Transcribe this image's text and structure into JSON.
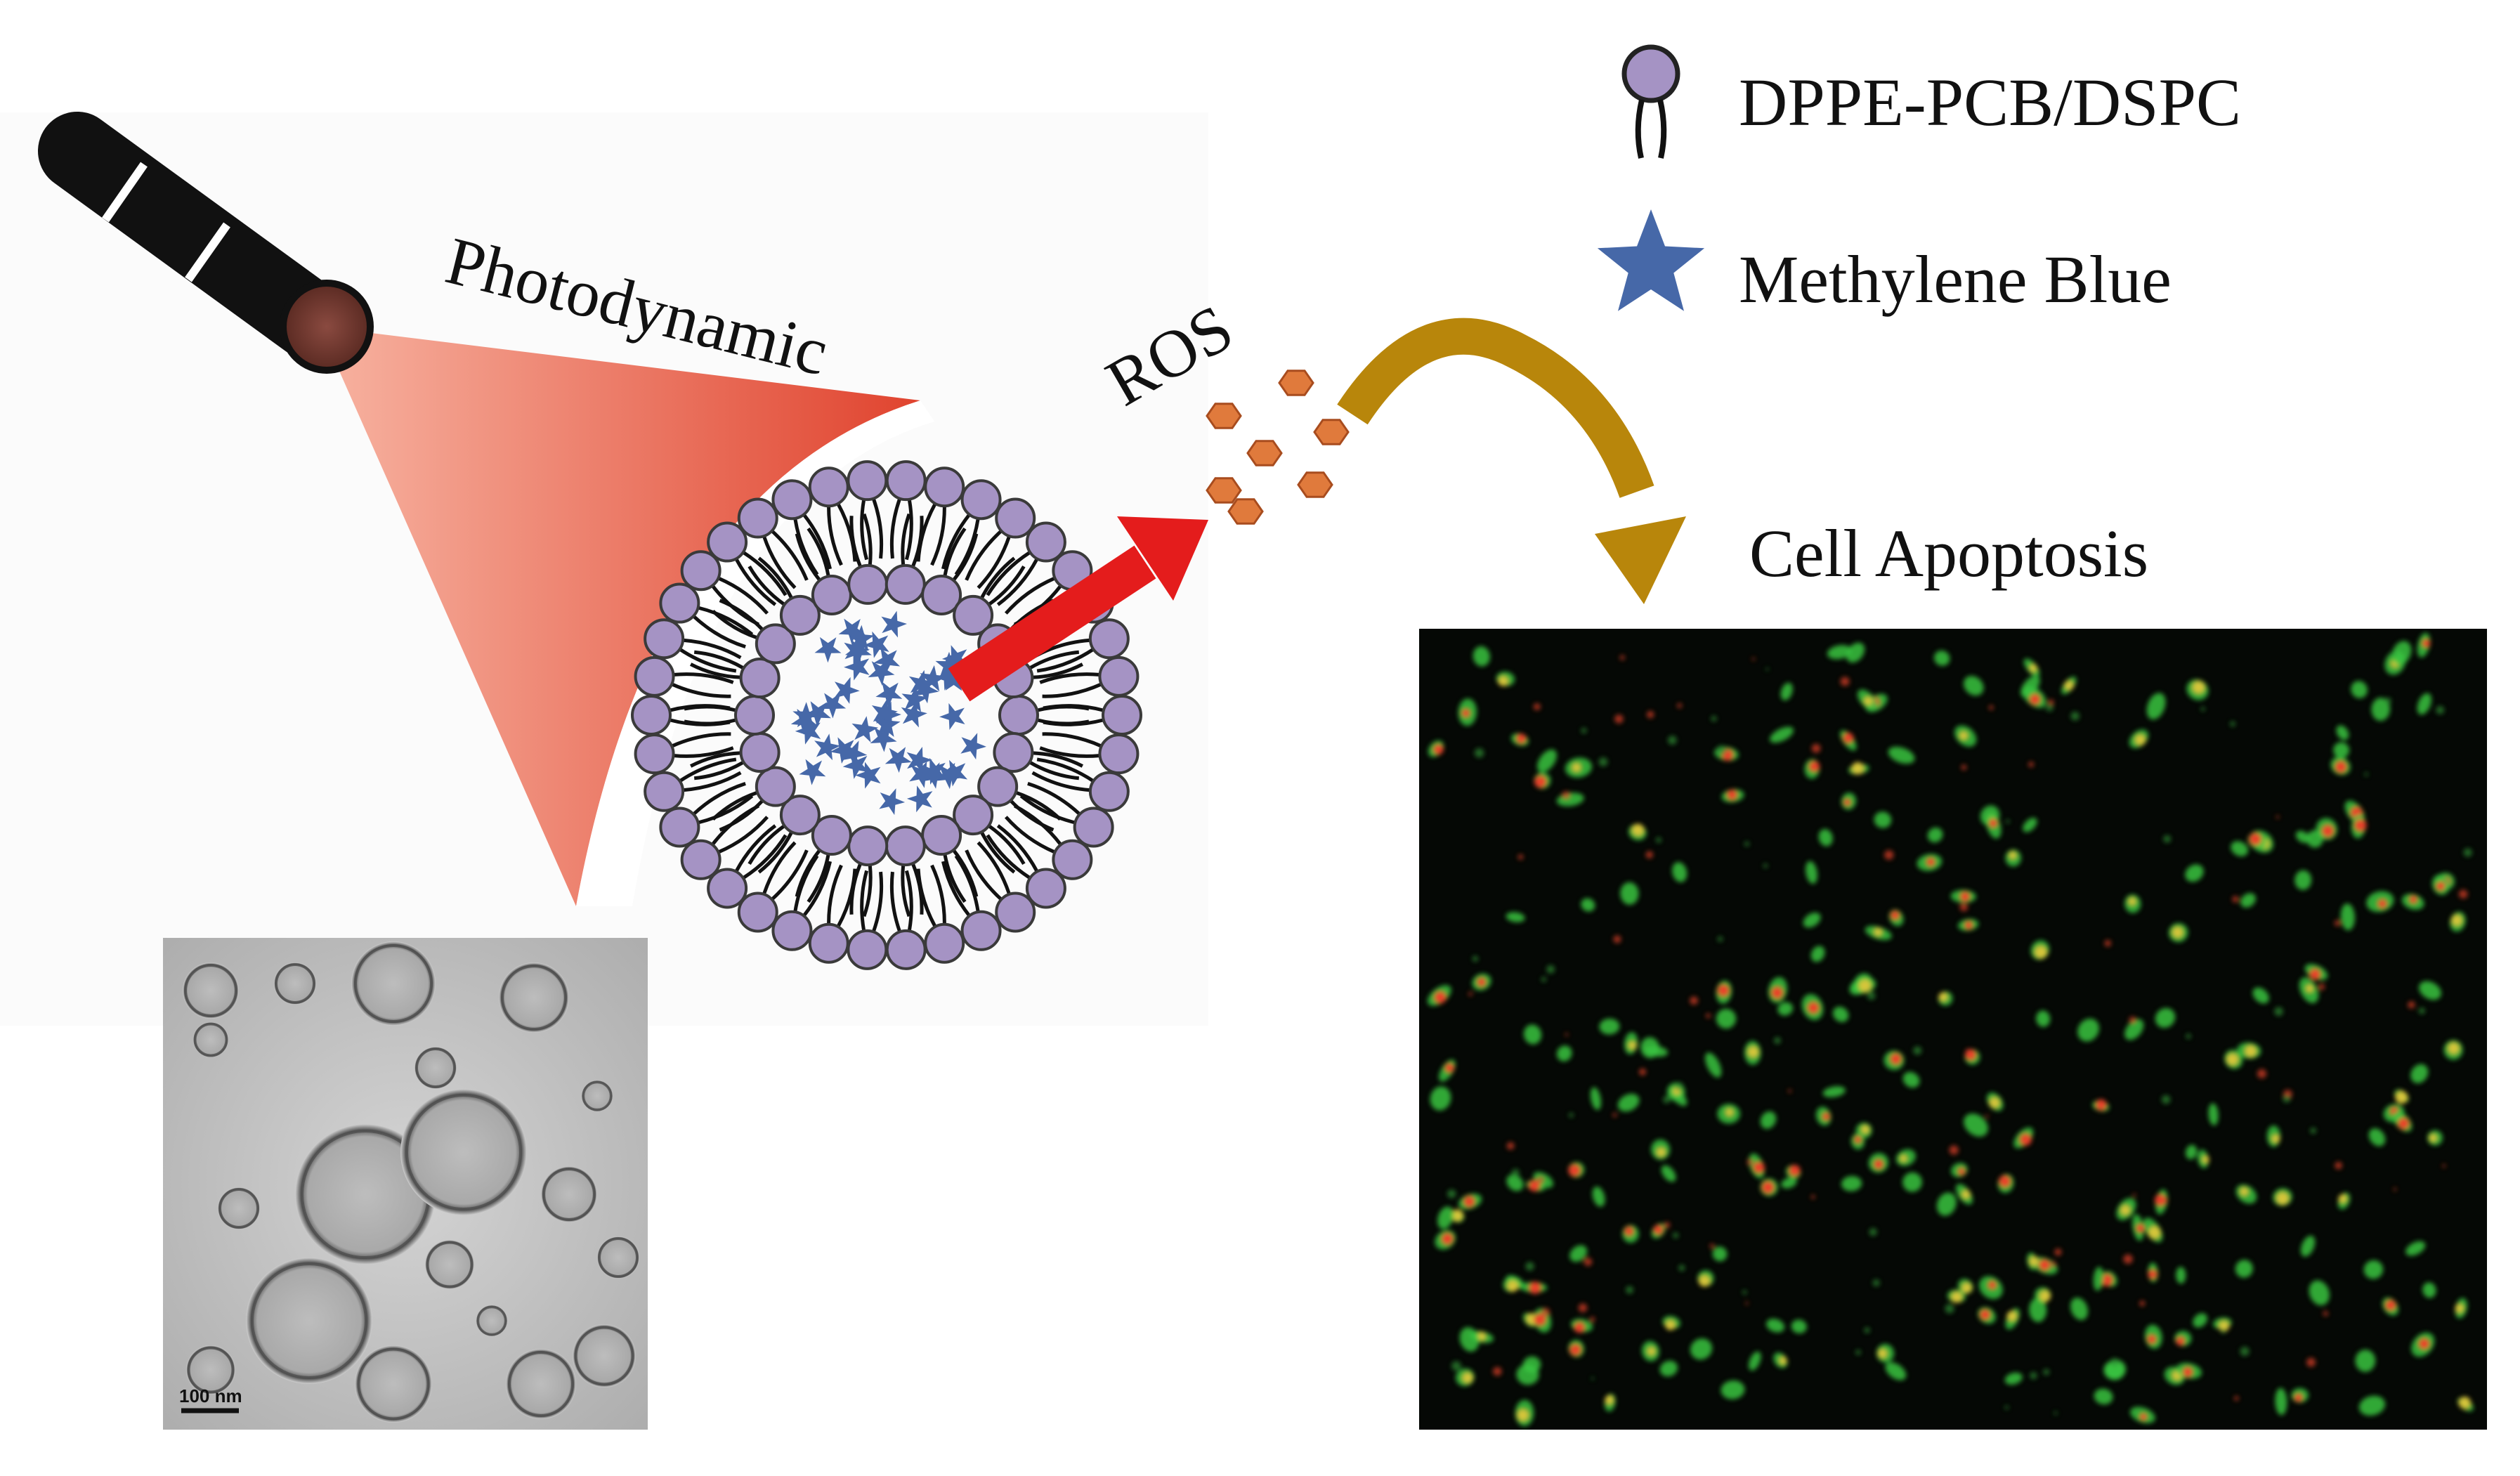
{
  "labels": {
    "photodynamic": "Photodynamic",
    "ros": "ROS",
    "cell_apoptosis": "Cell Apoptosis",
    "scale_bar": "100 nm"
  },
  "legend": {
    "items": [
      {
        "icon": "lipid-molecule-icon",
        "label": "DPPE-PCB/DSPC",
        "color": "#a593c4"
      },
      {
        "icon": "star-icon",
        "label": "Methylene Blue",
        "color": "#4668a8"
      }
    ]
  },
  "colors": {
    "lipid_head": "#a593c4",
    "lipid_head_stroke": "#3a3a3a",
    "methylene_blue": "#4668a8",
    "ros_particle": "#e07a3c",
    "light_beam_start": "#e14a33",
    "light_beam_end": "#f6b5a3",
    "red_arrow": "#e41c1c",
    "curved_arrow": "#b8860b",
    "fluorescence_green": "#39c43f",
    "fluorescence_red": "#e8432a",
    "fluorescence_yellow": "#d5c53a"
  }
}
